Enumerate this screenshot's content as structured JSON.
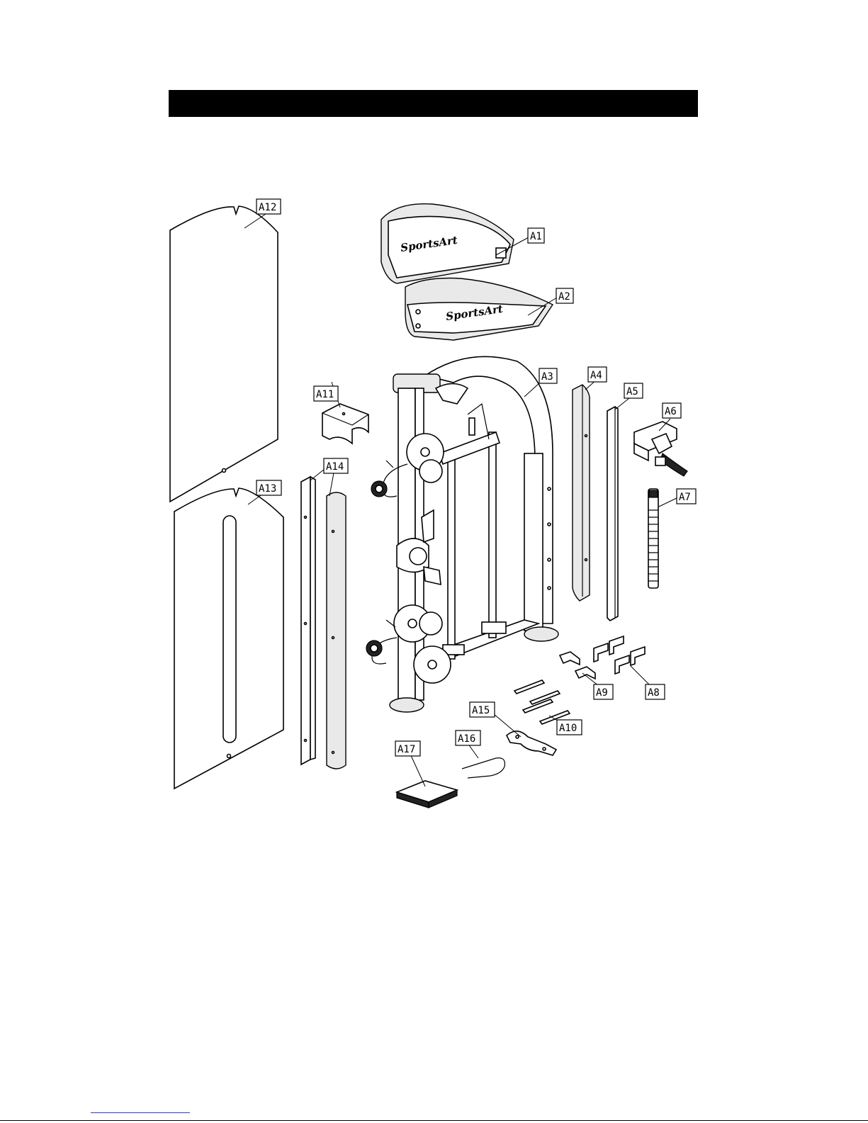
{
  "callouts": {
    "a1": "A1",
    "a2": "A2",
    "a3": "A3",
    "a4": "A4",
    "a5": "A5",
    "a6": "A6",
    "a7": "A7",
    "a8": "A8",
    "a9": "A9",
    "a10": "A10",
    "a11": "A11",
    "a12": "A12",
    "a13": "A13",
    "a14": "A14",
    "a15": "A15",
    "a16": "A16",
    "a17": "A17"
  },
  "brand": {
    "logo_text": "SportsArt"
  },
  "colors": {
    "ink": "#000000",
    "header": "#000000",
    "link": "#2a3bd6"
  }
}
